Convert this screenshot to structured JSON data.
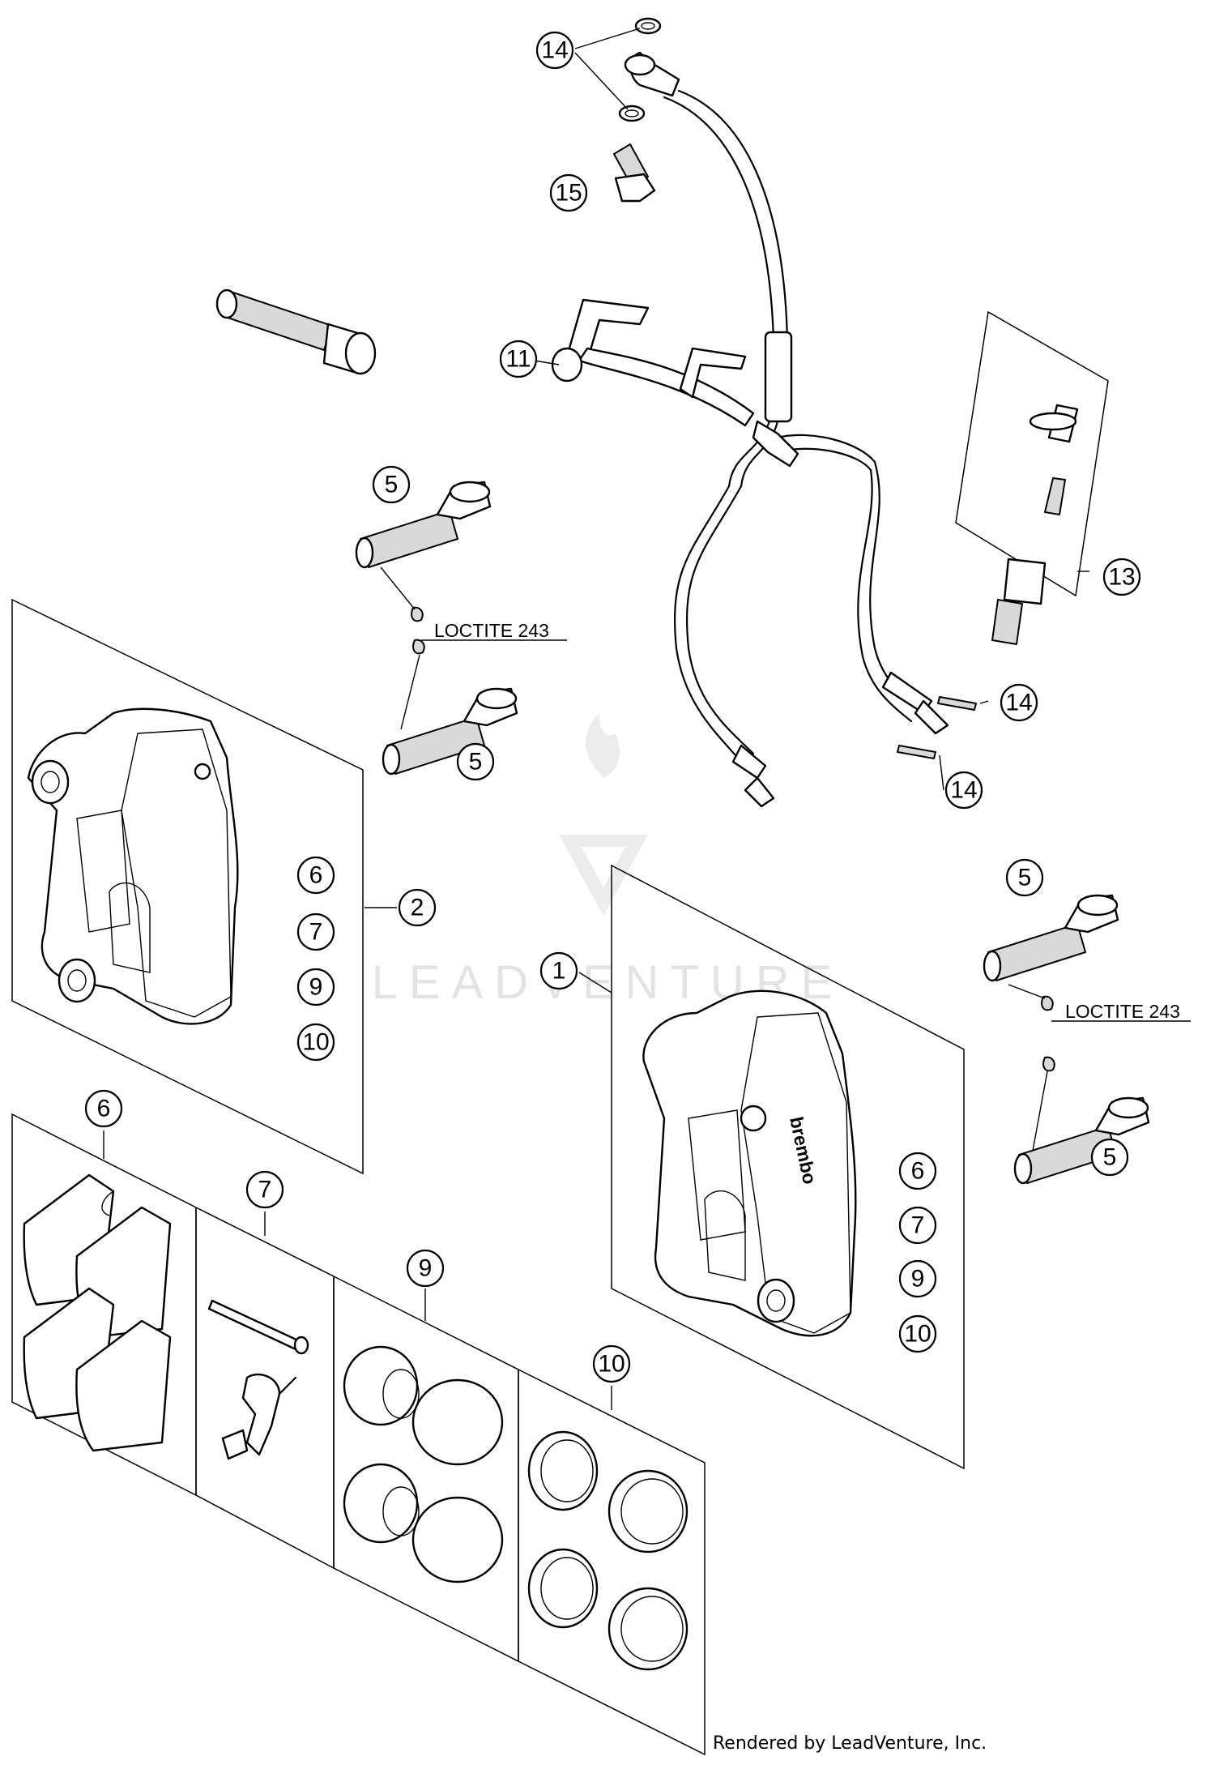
{
  "diagram": {
    "callouts": [
      {
        "id": "c14a",
        "label": "14"
      },
      {
        "id": "c15",
        "label": "15"
      },
      {
        "id": "c11",
        "label": "11"
      },
      {
        "id": "c5a",
        "label": "5"
      },
      {
        "id": "c5b",
        "label": "5"
      },
      {
        "id": "c13",
        "label": "13"
      },
      {
        "id": "c14b",
        "label": "14"
      },
      {
        "id": "c14c",
        "label": "14"
      },
      {
        "id": "c2",
        "label": "2"
      },
      {
        "id": "c6a",
        "label": "6"
      },
      {
        "id": "c7a",
        "label": "7"
      },
      {
        "id": "c9a",
        "label": "9"
      },
      {
        "id": "c10a",
        "label": "10"
      },
      {
        "id": "c1",
        "label": "1"
      },
      {
        "id": "c5c",
        "label": "5"
      },
      {
        "id": "c5d",
        "label": "5"
      },
      {
        "id": "c6b",
        "label": "6"
      },
      {
        "id": "c7b",
        "label": "7"
      },
      {
        "id": "c9b",
        "label": "9"
      },
      {
        "id": "c10b",
        "label": "10"
      },
      {
        "id": "c6c",
        "label": "6"
      },
      {
        "id": "c7c",
        "label": "7"
      },
      {
        "id": "c9c",
        "label": "9"
      },
      {
        "id": "c10c",
        "label": "10"
      }
    ],
    "notes": {
      "loctite_left": "LOCTITE 243",
      "loctite_right": "LOCTITE 243"
    },
    "caliper_brand": "brembo"
  },
  "watermark": "LEADVENTURE",
  "footer": "Rendered by LeadVenture, Inc."
}
